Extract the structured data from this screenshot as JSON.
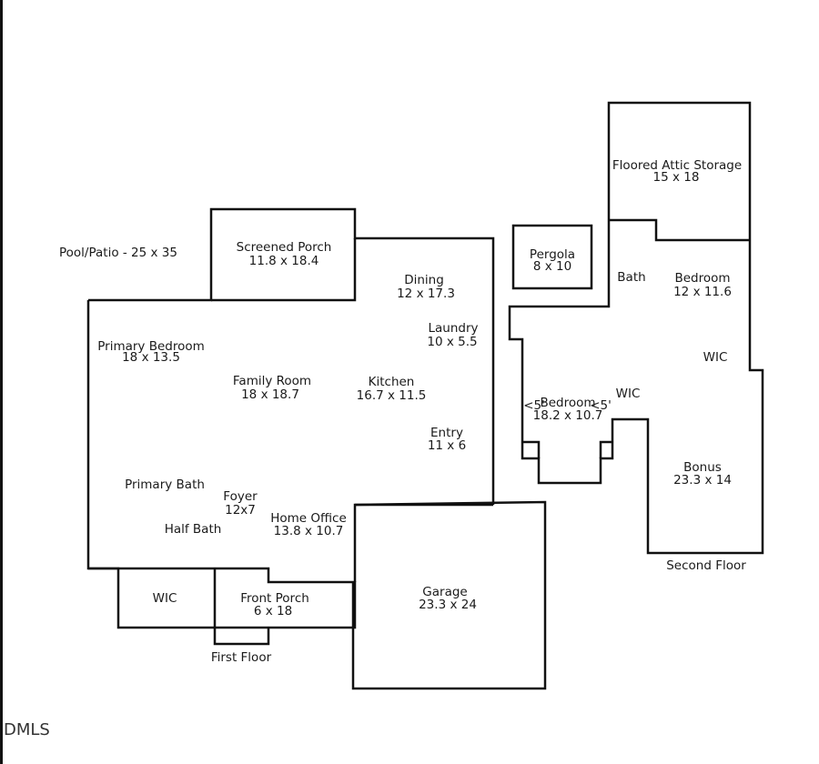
{
  "rooms": {
    "pool_patio": "Pool/Patio - 25 x 35",
    "screened_porch": {
      "name": "Screened Porch",
      "size": "11.8 x 18.4"
    },
    "dining": {
      "name": "Dining",
      "size": "12 x 17.3"
    },
    "laundry": {
      "name": "Laundry",
      "size": "10 x 5.5"
    },
    "primary_bedroom": {
      "name": "Primary Bedroom",
      "size": "18 x 13.5"
    },
    "family_room": {
      "name": "Family Room",
      "size": "18 x 18.7"
    },
    "kitchen": {
      "name": "Kitchen",
      "size": "16.7 x 11.5"
    },
    "entry": {
      "name": "Entry",
      "size": "11 x 6"
    },
    "primary_bath": "Primary Bath",
    "foyer": {
      "name": "Foyer",
      "size": "12x7"
    },
    "half_bath": "Half Bath",
    "home_office": {
      "name": "Home Office",
      "size": "13.8 x 10.7"
    },
    "wic_first": "WIC",
    "front_porch": {
      "name": "Front Porch",
      "size": "6 x 18"
    },
    "garage": {
      "name": "Garage",
      "size": "23.3 x 24"
    },
    "pergola": {
      "name": "Pergola",
      "size": "8 x 10"
    },
    "attic": {
      "name": "Floored Attic Storage",
      "size": "15 x 18"
    },
    "bath_second": "Bath",
    "bedroom_upper": {
      "name": "Bedroom",
      "size": "12 x 11.6"
    },
    "wic_upper": "WIC",
    "wic_middle": "WIC",
    "bedroom_lower": {
      "name": "Bedroom",
      "size": "18.2 x 10.7"
    },
    "closet_left": "<5'",
    "closet_right": "<5'",
    "bonus": {
      "name": "Bonus",
      "size": "23.3 x 14"
    }
  },
  "floor_labels": {
    "first": "First Floor",
    "second": "Second Floor"
  },
  "watermark": "DMLS"
}
